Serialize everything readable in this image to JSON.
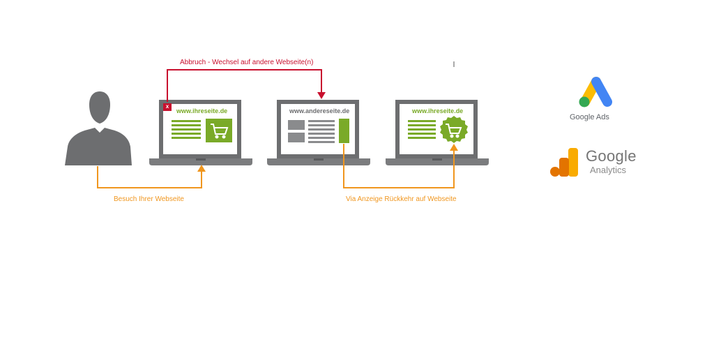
{
  "labels": {
    "abandon": "Abbruch - Wechsel auf andere Webseite(n)",
    "visit": "Besuch Ihrer Webseite",
    "return_via_ad": "Via Anzeige Rückkehr auf Webseite"
  },
  "laptops": [
    {
      "url": "www.ihreseite.de"
    },
    {
      "url": "www.andereseite.de"
    },
    {
      "url": "www.ihreseite.de"
    }
  ],
  "close_marker": "x",
  "logos": {
    "google_ads_text": "Google Ads",
    "google_analytics_line1": "Google",
    "google_analytics_line2": "Analytics"
  },
  "colors": {
    "red": "#c8102e",
    "orange": "#f0961e",
    "green": "#7aaa28",
    "gray": "#6d6e70",
    "silhouette": "#6d6e70"
  },
  "icons": [
    "user-silhouette-icon",
    "shopping-cart-icon",
    "close-icon",
    "google-ads-logo",
    "google-analytics-logo"
  ]
}
